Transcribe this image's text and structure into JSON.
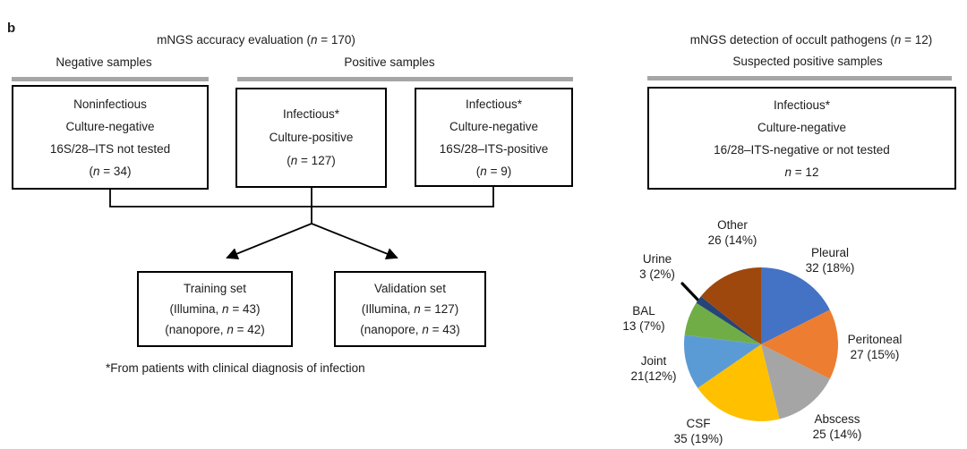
{
  "panel_label": "b",
  "accuracy_panel": {
    "title": {
      "a": "mNGS accuracy evaluation (",
      "n": "n",
      "b": " = 170)"
    },
    "negative_group_label": "Negative samples",
    "positive_group_label": "Positive samples",
    "box_noninfectious": {
      "l1": "Noninfectious",
      "l2": "Culture-negative",
      "l3": "16S/28–ITS not tested",
      "l4": {
        "a": "(",
        "n": "n",
        "b": " = 34)"
      }
    },
    "box_culture_positive": {
      "l1": "Infectious*",
      "l2": "Culture-positive",
      "l3": {
        "a": "(",
        "n": "n",
        "b": " = 127)"
      }
    },
    "box_culture_negative": {
      "l1": "Infectious*",
      "l2": "Culture-negative",
      "l3": "16S/28–ITS-positive",
      "l4": {
        "a": "(",
        "n": "n",
        "b": " = 9)"
      }
    },
    "box_training": {
      "l1": "Training set",
      "l2": {
        "a": "(Illumina, ",
        "n": "n",
        "b": " = 43)"
      },
      "l3": {
        "a": "(nanopore, ",
        "n": "n",
        "b": " = 42)"
      }
    },
    "box_validation": {
      "l1": "Validation set",
      "l2": {
        "a": "(Illumina, ",
        "n": "n",
        "b": " = 127)"
      },
      "l3": {
        "a": "(nanopore, ",
        "n": "n",
        "b": " = 43)"
      }
    },
    "footnote": "*From patients with clinical diagnosis of infection"
  },
  "occult_panel": {
    "title": {
      "a": "mNGS detection of occult pathogens (",
      "n": "n",
      "b": " = 12)"
    },
    "group_label": "Suspected positive samples",
    "box_suspected": {
      "l1": "Infectious*",
      "l2": "Culture-negative",
      "l3": "16/28–ITS-negative or not tested",
      "l4": {
        "a": "",
        "n": "n",
        "b": " = 12"
      }
    }
  },
  "chart_data": {
    "type": "pie",
    "title": "mNGS detection of occult pathogens (n = 12) — sample types",
    "categories": [
      "Pleural",
      "Peritoneal",
      "Abscess",
      "CSF",
      "Joint",
      "BAL",
      "Urine",
      "Other"
    ],
    "values": [
      32,
      27,
      25,
      35,
      21,
      13,
      3,
      26
    ],
    "value_labels": [
      "32 (18%)",
      "27 (15%)",
      "25 (14%)",
      "35 (19%)",
      "21(12%)",
      "13 (7%)",
      "3 (2%)",
      "26 (14%)"
    ],
    "colors": [
      "#4472C4",
      "#ED7D31",
      "#A5A5A5",
      "#FFC000",
      "#5B9BD5",
      "#70AD47",
      "#264478",
      "#9E480E"
    ],
    "start_angle_deg": 0,
    "direction": "clockwise",
    "legend": "none"
  },
  "colors": {
    "group_bar": "#A6A6A6",
    "line": "#000000"
  }
}
